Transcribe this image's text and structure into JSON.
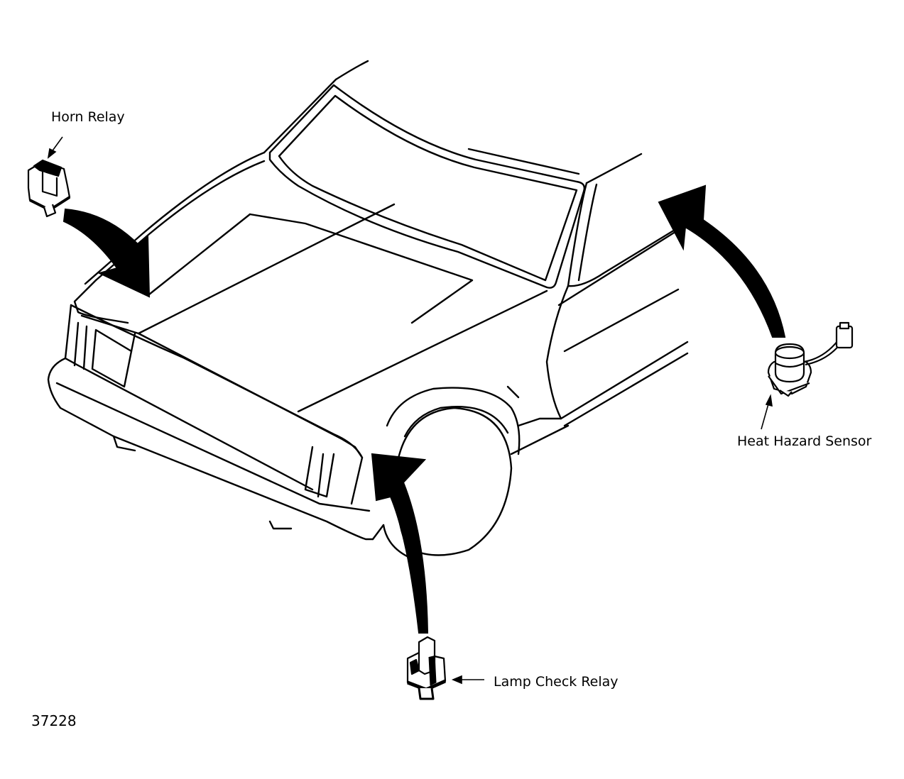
{
  "labels": {
    "horn_relay": "Horn Relay",
    "heat_hazard_sensor": "Heat Hazard Sensor",
    "lamp_check_relay": "Lamp Check Relay"
  },
  "figure_number": "37228",
  "colors": {
    "ink": "#000000",
    "background": "#ffffff"
  }
}
